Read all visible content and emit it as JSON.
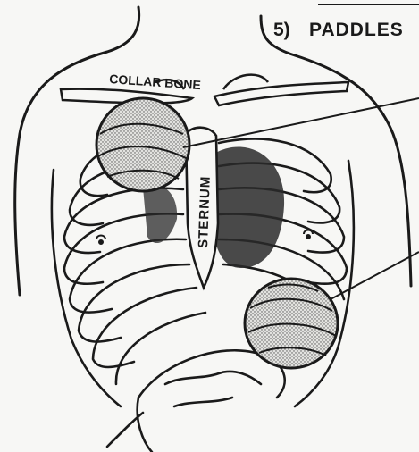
{
  "step_number": "5)",
  "step_title": "PADDLES",
  "labels": {
    "collar_bone": "COLLAR BONE",
    "sternum": "STERNUM"
  },
  "colors": {
    "ink": "#1a1a1a",
    "paper": "#f7f7f5",
    "dark_fill": "#2a2a2a",
    "paddle_fill": "#d9d9d6"
  }
}
